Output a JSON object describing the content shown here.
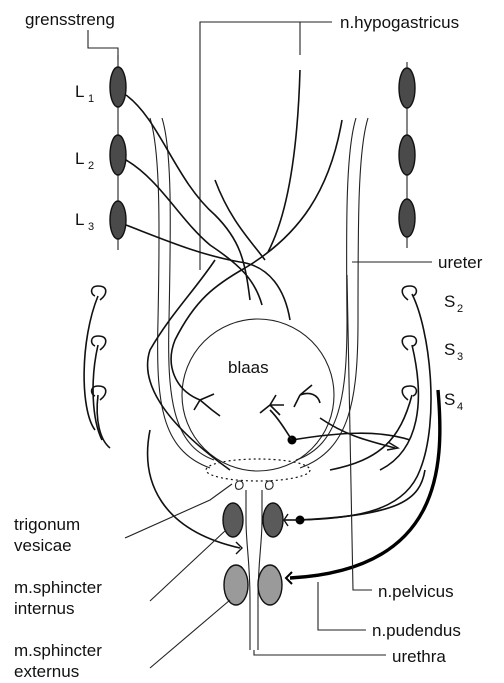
{
  "labels": {
    "grensstreng": "grensstreng",
    "n_hypogastricus": "n.hypogastricus",
    "L": "L",
    "L1": "1",
    "L2": "2",
    "L3": "3",
    "ureter": "ureter",
    "S": "S",
    "S2": "2",
    "S3": "3",
    "S4": "4",
    "blaas": "blaas",
    "trigonum_1": "trigonum",
    "trigonum_2": "vesicae",
    "sph_int_1": "m.sphincter",
    "sph_int_2": "internus",
    "sph_ext_1": "m.sphincter",
    "sph_ext_2": "externus",
    "n_pelvicus": "n.pelvicus",
    "n_pudendus": "n.pudendus",
    "urethra": "urethra"
  }
}
